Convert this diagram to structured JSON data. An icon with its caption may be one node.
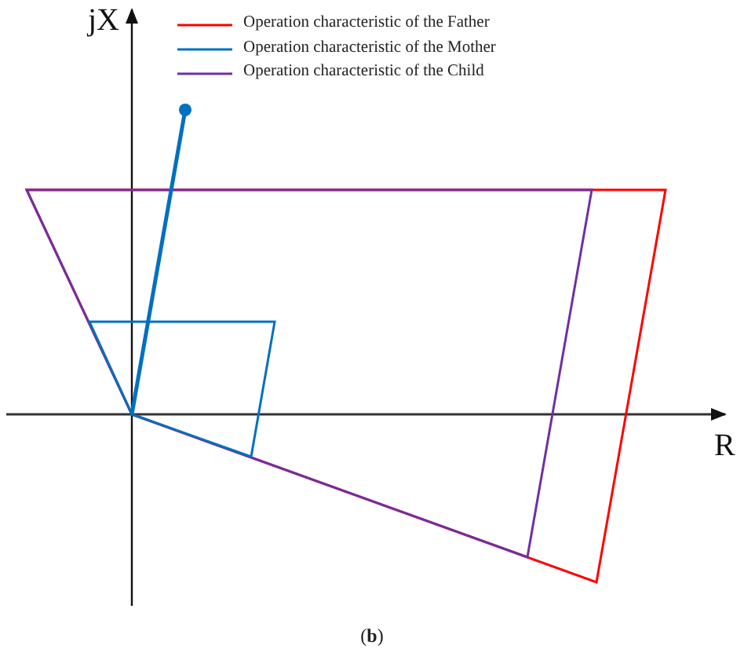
{
  "diagram": {
    "caption": "(**b**)",
    "labels": [
      "jX",
      "R"
    ],
    "legend": [
      {
        "text": "Operation characteristic of the Father"
      },
      {
        "text": "Operation characteristic of the Mother"
      },
      {
        "text": "Operation characteristic of the Child"
      }
    ]
  }
}
